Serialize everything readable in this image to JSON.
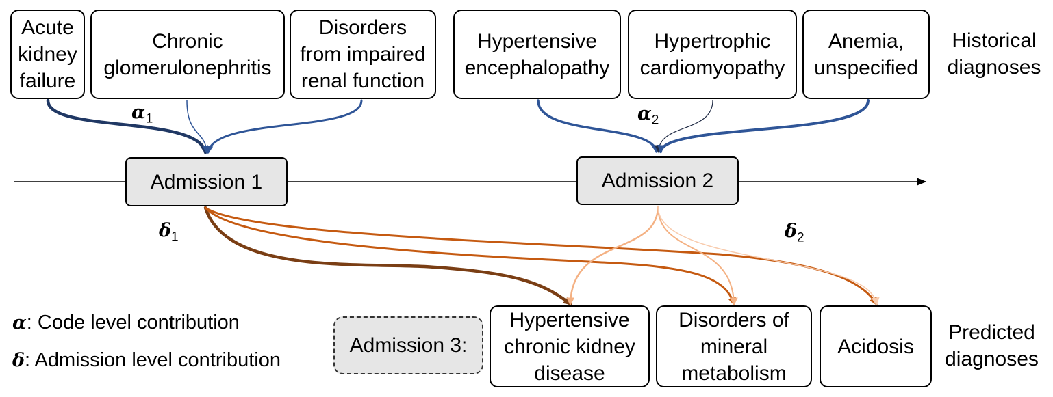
{
  "historical_codes": [
    {
      "label": "Acute\nkidney\nfailure"
    },
    {
      "label": "Chronic\nglomerulonephritis"
    },
    {
      "label": "Disorders\nfrom impaired\nrenal function"
    },
    {
      "label": "Hypertensive\nencephalopathy"
    },
    {
      "label": "Hypertrophic\ncardiomyopathy"
    },
    {
      "label": "Anemia,\nunspecified"
    }
  ],
  "predicted_codes": [
    {
      "label": "Hypertensive\nchronic kidney\ndisease"
    },
    {
      "label": "Disorders of\nmineral\nmetabolism"
    },
    {
      "label": "Acidosis"
    }
  ],
  "admissions": {
    "a1": "Admission 1",
    "a2": "Admission 2",
    "a3": "Admission 3:"
  },
  "side_labels": {
    "historical": "Historical\ndiagnoses",
    "predicted": "Predicted\ndiagnoses"
  },
  "symbols": {
    "alpha": "α",
    "delta": "δ",
    "sub1": "1",
    "sub2": "2"
  },
  "legend": {
    "alpha_symbol": "α",
    "alpha_text": ": Code level contribution",
    "delta_symbol": "δ",
    "delta_text": ": Admission level contribution"
  },
  "colors": {
    "blue_dark": "#203864",
    "blue": "#2f5597",
    "blue_gray": "#1f2a44",
    "brown_dark": "#7a3e14",
    "orange": "#c55a11",
    "orange_light": "#f4b183",
    "orange_lighter": "#f8cbad"
  }
}
